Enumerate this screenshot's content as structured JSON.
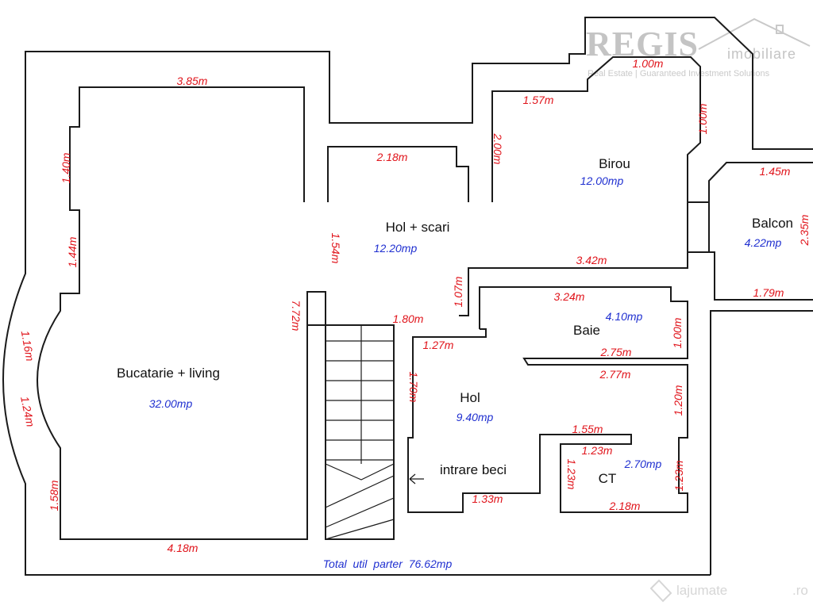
{
  "watermark": {
    "brand": "REGIS",
    "brand_suffix": "imobiliare",
    "tagline": "Real Estate | Guaranteed Investment Solutions",
    "site": "lajumate",
    "site_tld": ".ro"
  },
  "rooms": {
    "bucatarie": {
      "name": "Bucatarie + living",
      "area": "32.00mp"
    },
    "hol_scari": {
      "name": "Hol + scari",
      "area": "12.20mp"
    },
    "birou": {
      "name": "Birou",
      "area": "12.00mp"
    },
    "balcon": {
      "name": "Balcon",
      "area": "4.22mp"
    },
    "baie": {
      "name": "Baie",
      "area": "4.10mp"
    },
    "hol": {
      "name": "Hol",
      "area": "9.40mp"
    },
    "intrare_beci": {
      "name": "intrare beci"
    },
    "ct": {
      "name": "CT",
      "area": "2.70mp"
    }
  },
  "dimensions": {
    "d_3_85": "3.85m",
    "d_1_40": "1.40m",
    "d_1_44": "1.44m",
    "d_1_16": "1.16m",
    "d_1_24": "1.24m",
    "d_1_58": "1.58m",
    "d_4_18": "4.18m",
    "d_7_72": "7.72m",
    "d_1_54": "1.54m",
    "d_2_18_top": "2.18m",
    "d_2_00": "2.00m",
    "d_1_57": "1.57m",
    "d_1_00_top": "1.00m",
    "d_1_00_right": "1.00m",
    "d_1_45": "1.45m",
    "d_2_35": "2.35m",
    "d_1_79": "1.79m",
    "d_3_42": "3.42m",
    "d_1_07": "1.07m",
    "d_3_24": "3.24m",
    "d_1_00_baie": "1.00m",
    "d_2_75": "2.75m",
    "d_2_77": "2.77m",
    "d_1_80": "1.80m",
    "d_1_27": "1.27m",
    "d_1_70": "1.70m",
    "d_1_20": "1.20m",
    "d_1_55": "1.55m",
    "d_1_23_a": "1.23m",
    "d_1_23_b": "1.23m",
    "d_1_23_c": "1.23m",
    "d_1_33": "1.33m",
    "d_2_18_ct": "2.18m"
  },
  "total": "Total util parter 76.62mp"
}
